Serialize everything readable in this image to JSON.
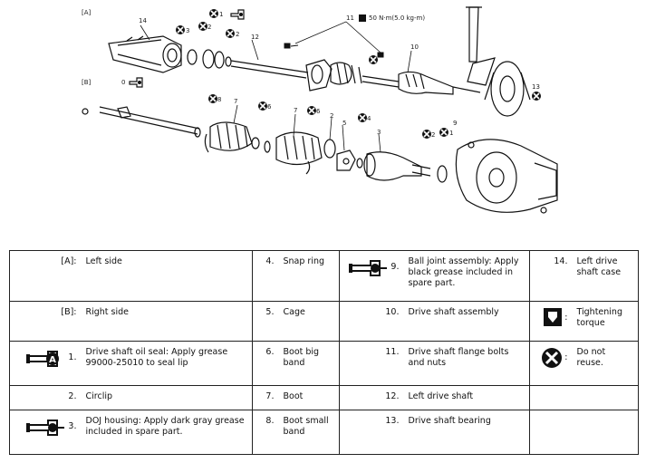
{
  "diagram": {
    "group_labels": [
      "[A]",
      "[B]"
    ],
    "callouts": [
      "1",
      "2",
      "3",
      "4",
      "5",
      "6",
      "7",
      "8",
      "9",
      "10",
      "11",
      "12",
      "13",
      "14"
    ],
    "torque_value": "50 N·m(5.0 kg-m)",
    "callout_11": "11",
    "callout_0": "0"
  },
  "legend": {
    "rows": [
      [
        {
          "num": "[A]:",
          "text": "Left side",
          "icon": ""
        },
        {
          "num": "4.",
          "text": "Snap ring",
          "icon": ""
        },
        {
          "num": "9.",
          "text": "Ball joint assembly: Apply black grease included in spare part.",
          "icon": "grease-gun-icon"
        },
        {
          "num": "14.",
          "text": "Left drive shaft case",
          "icon": ""
        }
      ],
      [
        {
          "num": "[B]:",
          "text": "Right side",
          "icon": ""
        },
        {
          "num": "5.",
          "text": "Cage",
          "icon": ""
        },
        {
          "num": "10.",
          "text": "Drive shaft assembly",
          "icon": ""
        },
        {
          "num": ":",
          "text": "Tightening torque",
          "icon": "torque-icon"
        }
      ],
      [
        {
          "num": "1.",
          "text": "Drive shaft oil seal: Apply grease 99000-25010 to seal lip",
          "icon": "grease-a-icon"
        },
        {
          "num": "6.",
          "text": "Boot big band",
          "icon": ""
        },
        {
          "num": "11.",
          "text": "Drive shaft flange bolts and nuts",
          "icon": ""
        },
        {
          "num": ":",
          "text": "Do not reuse.",
          "icon": "do-not-reuse-icon"
        }
      ],
      [
        {
          "num": "2.",
          "text": "Circlip",
          "icon": ""
        },
        {
          "num": "7.",
          "text": "Boot",
          "icon": ""
        },
        {
          "num": "12.",
          "text": "Left drive shaft",
          "icon": ""
        },
        {
          "num": "",
          "text": "",
          "icon": ""
        }
      ],
      [
        {
          "num": "3.",
          "text": "DOJ housing: Apply dark gray grease included in spare part.",
          "icon": "grease-gun-icon"
        },
        {
          "num": "8.",
          "text": "Boot small band",
          "icon": ""
        },
        {
          "num": "13.",
          "text": "Drive shaft bearing",
          "icon": ""
        },
        {
          "num": "",
          "text": "",
          "icon": ""
        }
      ]
    ]
  }
}
